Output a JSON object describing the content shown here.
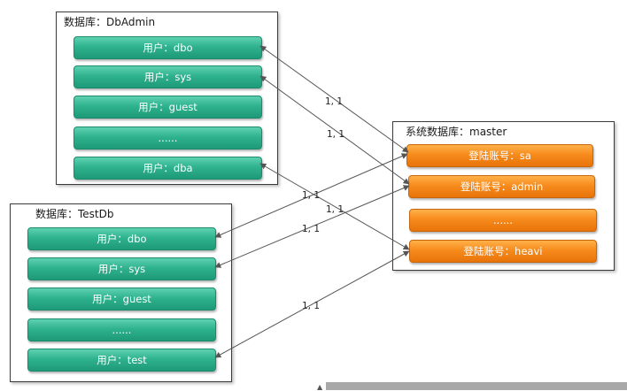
{
  "databases": [
    {
      "id": "dbadmin",
      "title": "数据库：DbAdmin",
      "users": [
        "用户：dbo",
        "用户：sys",
        "用户：guest",
        "......",
        "用户：dba"
      ]
    },
    {
      "id": "testdb",
      "title": "数据库：TestDb",
      "users": [
        "用户：dbo",
        "用户：sys",
        "用户：guest",
        "......",
        "用户：test"
      ]
    }
  ],
  "master": {
    "title": "系统数据库：master",
    "logins": [
      "登陆账号：sa",
      "登陆账号：admin",
      "......",
      "登陆账号：heavi"
    ]
  },
  "links": [
    {
      "from": "dbadmin.0",
      "to": "master.0",
      "label": "1, 1"
    },
    {
      "from": "dbadmin.1",
      "to": "master.1",
      "label": "1, 1"
    },
    {
      "from": "dbadmin.4",
      "to": "master.3",
      "label": "1, 1"
    },
    {
      "from": "testdb.0",
      "to": "master.0",
      "label": "1, 1"
    },
    {
      "from": "testdb.1",
      "to": "master.1",
      "label": "1, 1"
    },
    {
      "from": "testdb.4",
      "to": "master.3",
      "label": "1, 1"
    }
  ],
  "colors": {
    "user_node": "#2fb28e",
    "login_node": "#f78b1c",
    "line": "#555555"
  }
}
